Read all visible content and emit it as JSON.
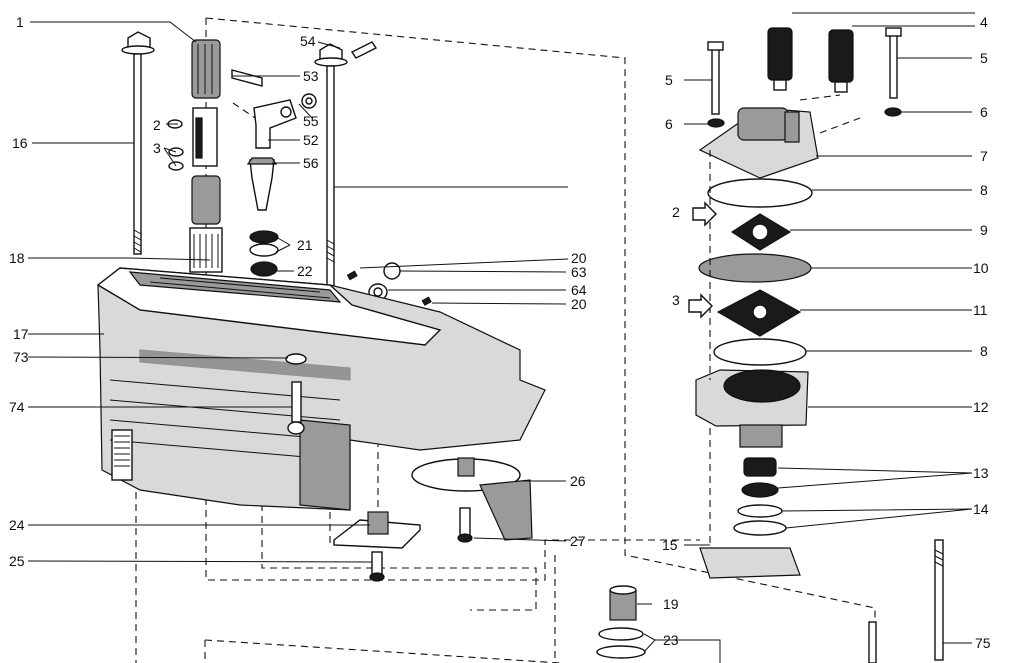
{
  "diagram": {
    "callouts": [
      "1",
      "2",
      "3",
      "16",
      "53",
      "54",
      "55",
      "52",
      "56",
      "21",
      "22",
      "18",
      "17",
      "73",
      "74",
      "20",
      "63",
      "64",
      "20",
      "26",
      "24",
      "25",
      "27",
      "19",
      "23",
      "4",
      "5",
      "5",
      "6",
      "6",
      "7",
      "8",
      "2",
      "9",
      "10",
      "3",
      "11",
      "8",
      "12",
      "13",
      "14",
      "15",
      "75"
    ]
  }
}
